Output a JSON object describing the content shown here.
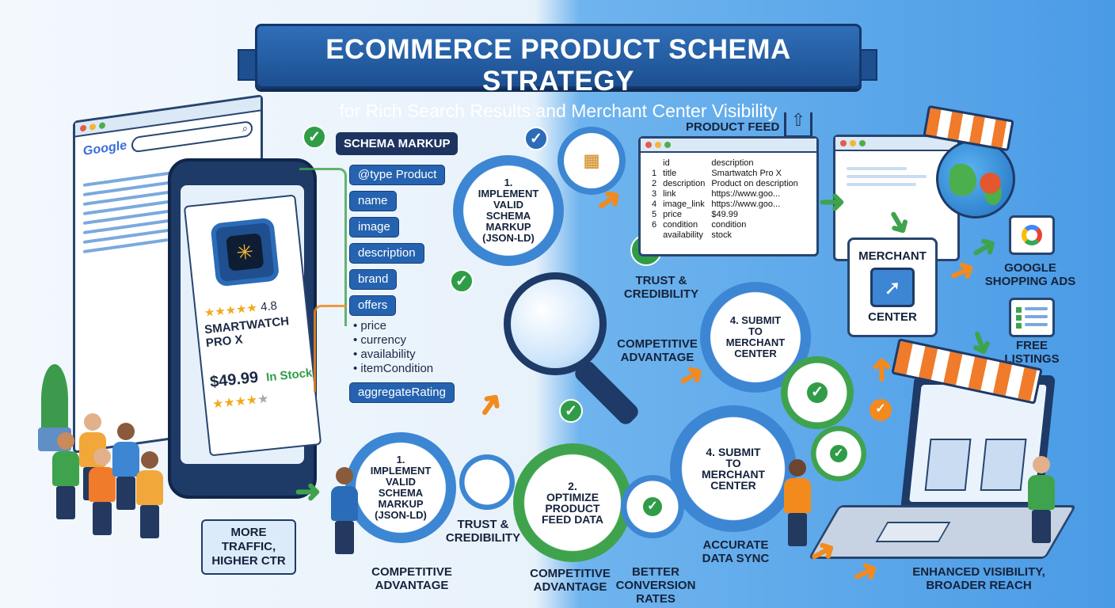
{
  "title": "ECOMMERCE PRODUCT SCHEMA STRATEGY",
  "subtitle": "for Rich Search Results and Merchant Center Visibility",
  "browser": {
    "logo": "Google"
  },
  "product_card": {
    "rating": "4.8",
    "name": "SMARTWATCH PRO X",
    "price": "$49.99",
    "stock": "In Stock"
  },
  "schema": {
    "header": "SCHEMA MARKUP",
    "properties": [
      "@type Product",
      "name",
      "image",
      "description",
      "brand",
      "offers"
    ],
    "offer_fields": [
      "price",
      "currency",
      "availability",
      "itemCondition"
    ],
    "aggregate": "aggregateRating"
  },
  "steps": {
    "implement": "1. IMPLEMENT VALID SCHEMA MARKUP (JSON-LD)",
    "optimize": "2. OPTIMIZE PRODUCT FEED DATA",
    "submit": "4. SUBMIT TO MERCHANT CENTER"
  },
  "feed": {
    "title": "PRODUCT FEED",
    "header": [
      "",
      "id",
      "description"
    ],
    "rows": [
      [
        "1",
        "title",
        "Smartwatch Pro X"
      ],
      [
        "2",
        "description",
        "Product on description"
      ],
      [
        "3",
        "link",
        "https://www.goo..."
      ],
      [
        "4",
        "image_link",
        "https://www.goo..."
      ],
      [
        "5",
        "price",
        "$49.99"
      ],
      [
        "6",
        "condition",
        "condition"
      ],
      [
        "",
        "availability",
        "stock"
      ]
    ]
  },
  "merchant": {
    "line1": "MERCHANT",
    "line2": "CENTER"
  },
  "channels": {
    "shopping": "GOOGLE SHOPPING ADS",
    "free": "FREE LISTINGS"
  },
  "labels": {
    "traffic": "MORE TRAFFIC, HIGHER CTR",
    "competitive": "COMPETITIVE ADVANTAGE",
    "trust": "TRUST & CREDIBILITY",
    "conversion": "BETTER CONVERSION RATES",
    "sync": "ACCURATE DATA SYNC",
    "visibility": "ENHANCED VISIBILITY, BROADER REACH"
  },
  "colors": {
    "navy": "#1d4f91",
    "green": "#3fa34d",
    "orange": "#f28a1e",
    "blue": "#3c86d3"
  }
}
